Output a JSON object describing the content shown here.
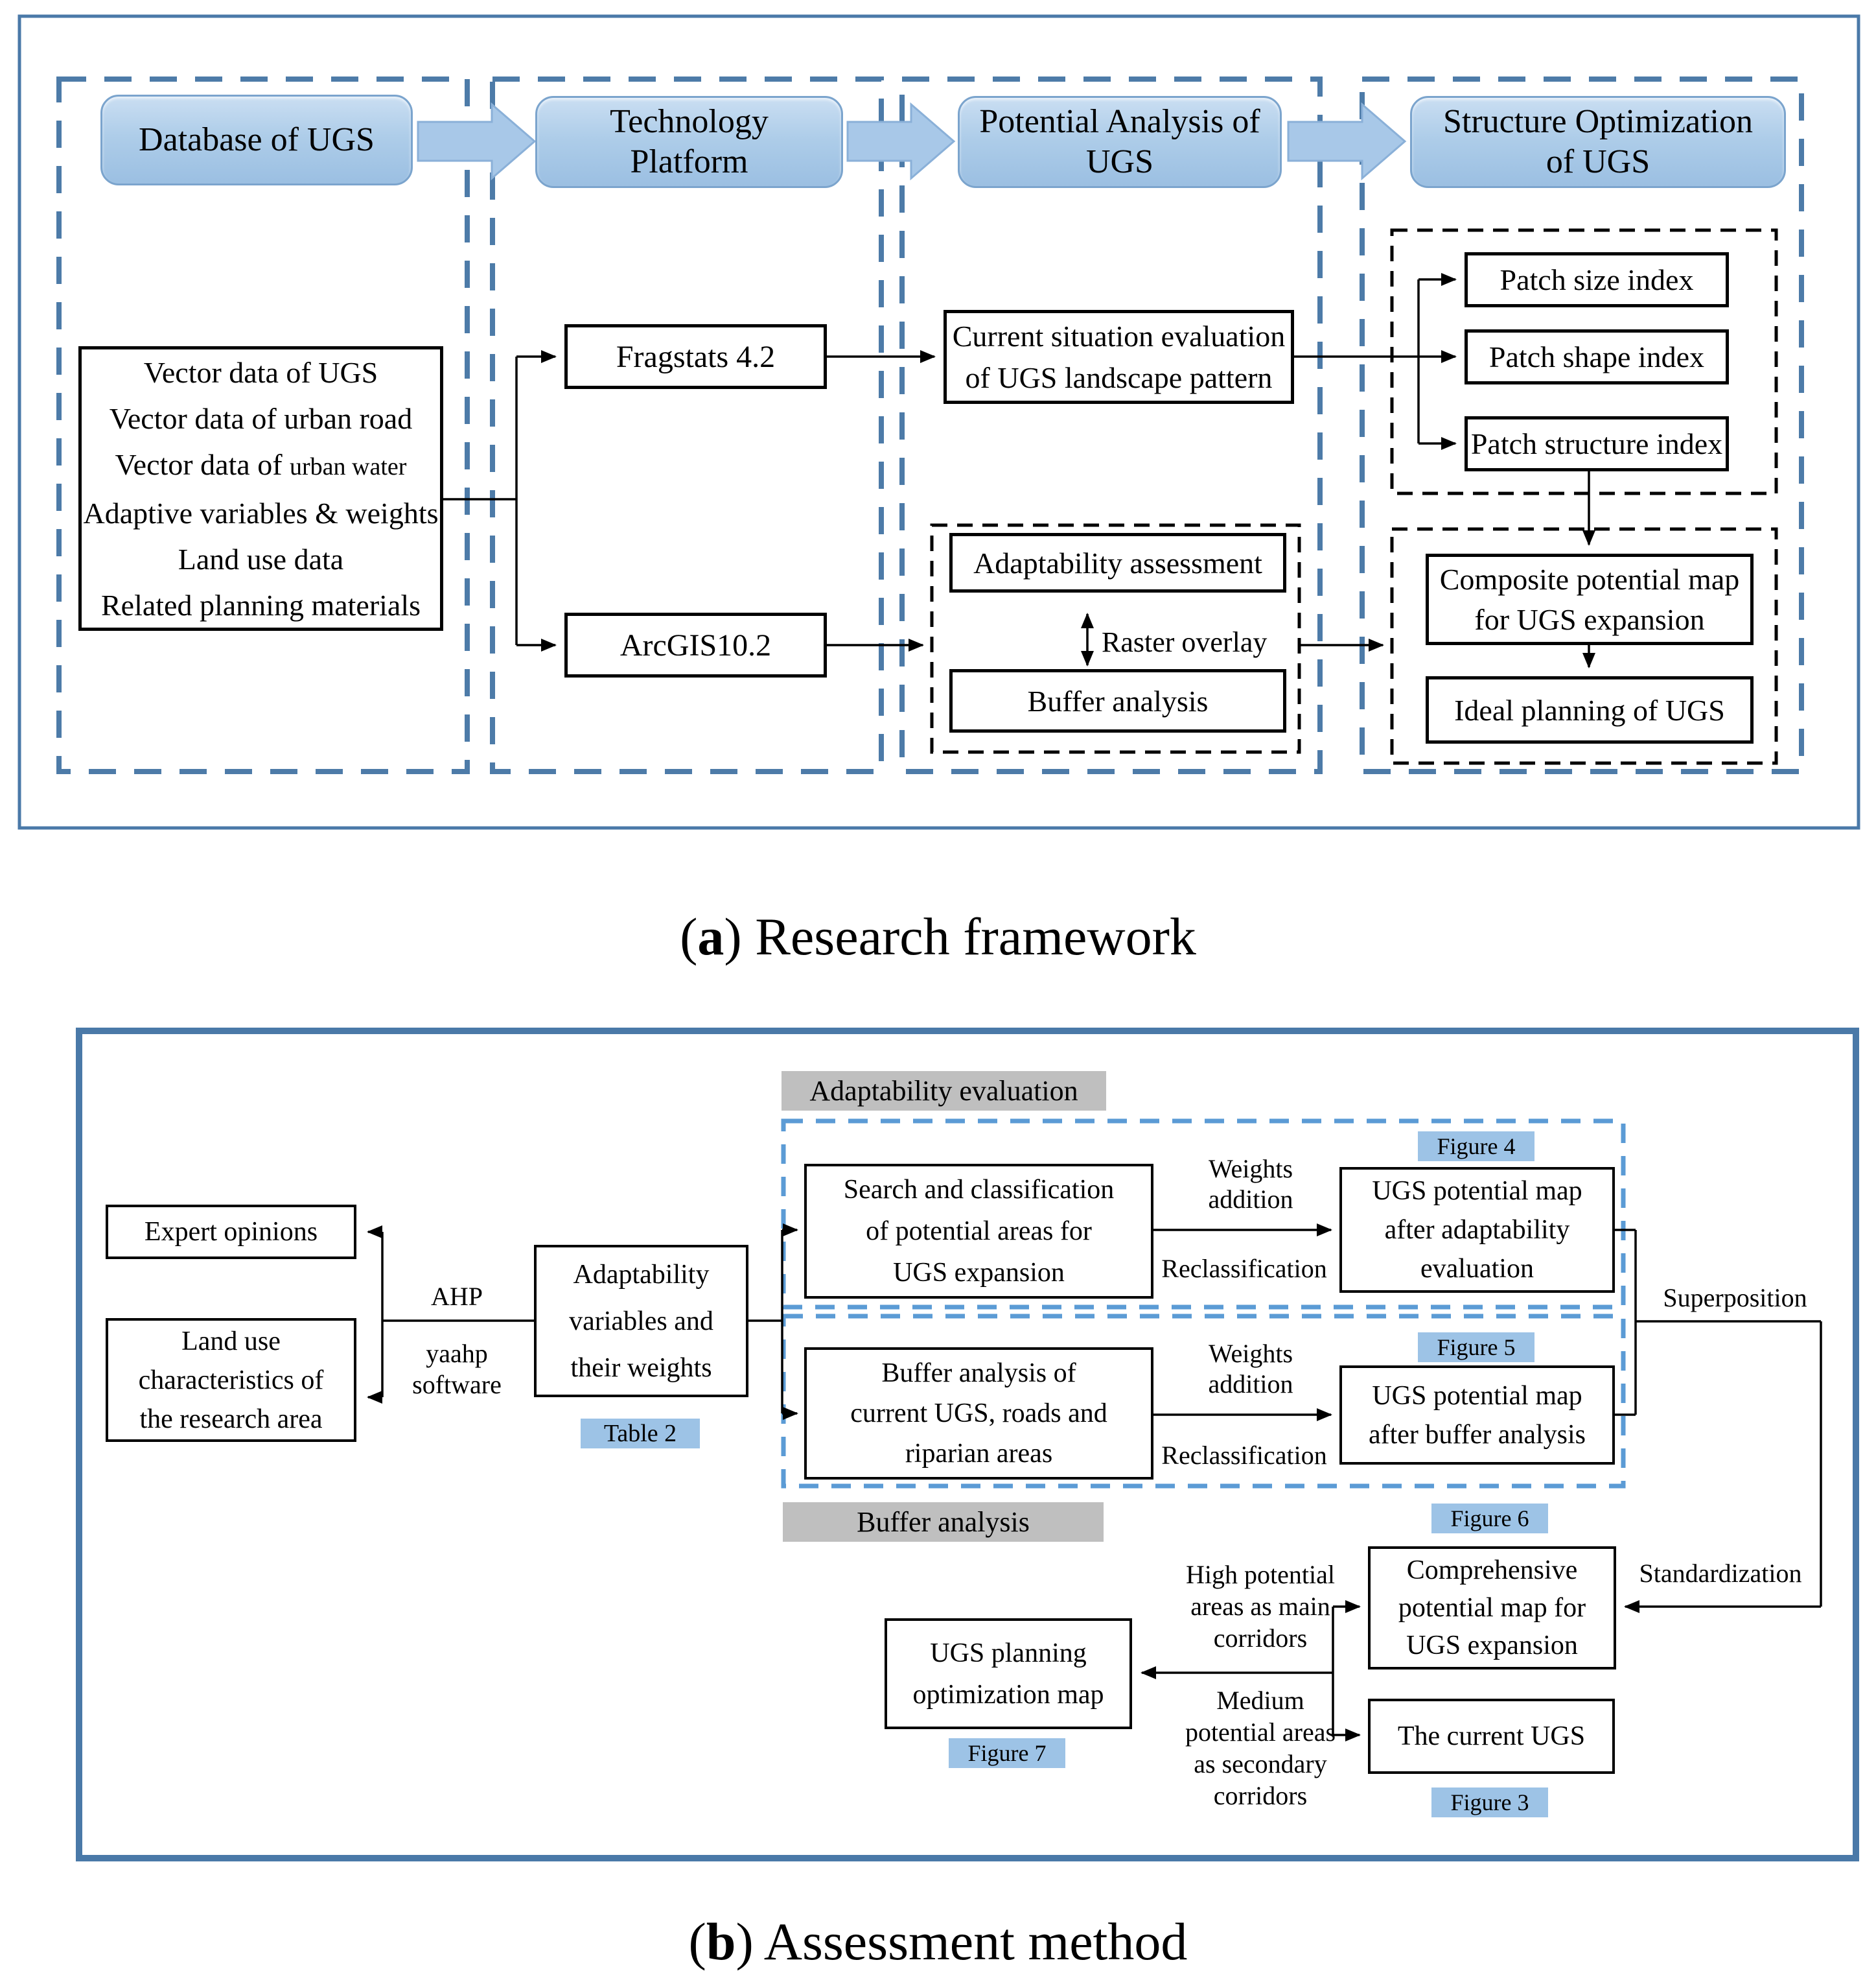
{
  "colors": {
    "frame_blue": "#4a79a8",
    "dashed_blue_a": "#4d7ba8",
    "dashed_blue_b": "#5b9bd5",
    "header_fill_top": "#cadef2",
    "header_fill_bottom": "#9bbfe2",
    "block_arrow_fill": "#a8c8e8",
    "figure_label_bg": "#9dc3e6",
    "gray_label_bg": "#bfbfbf"
  },
  "a": {
    "caption_pre": "(",
    "caption_letter": "a",
    "caption_post": ") Research framework",
    "col1_header": "Database of UGS",
    "col2_header": "Technology\nPlatform",
    "col3_header": "Potential Analysis of\nUGS",
    "col4_header": "Structure Optimization\nof UGS",
    "data1": "Vector data of UGS",
    "data2": "Vector data of urban road",
    "data3a": "Vector data of ",
    "data3b": "urban water",
    "data4": "Adaptive variables & weights",
    "data5": "Land use data",
    "data6": "Related planning materials",
    "fragstats": "Fragstats 4.2",
    "arcgis": "ArcGIS10.2",
    "current_situation": "Current situation evaluation\nof UGS landscape pattern",
    "adaptability_assessment": "Adaptability assessment",
    "raster_overlay": "Raster overlay",
    "buffer_analysis": "Buffer analysis",
    "patch_size": "Patch size index",
    "patch_shape": "Patch shape index",
    "patch_structure": "Patch structure index",
    "composite": "Composite potential map\nfor UGS expansion",
    "ideal": "Ideal planning of UGS"
  },
  "b": {
    "caption_pre": "(",
    "caption_letter": "b",
    "caption_post": ") Assessment method",
    "expert_opinions": "Expert opinions",
    "land_use": "Land use\ncharacteristics of\nthe research area",
    "ahp": "AHP",
    "yaahp": "yaahp\nsoftware",
    "adapt_vars": "Adaptability\nvariables and\ntheir weights",
    "table2": "Table 2",
    "adaptability_evaluation_label": "Adaptability evaluation",
    "buffer_analysis_label": "Buffer analysis",
    "search_box": "Search and classification\nof potential areas for\nUGS expansion",
    "buffer_box": "Buffer analysis of\ncurrent UGS, roads and\nriparian areas",
    "weights_addition": "Weights\naddition",
    "reclassification": "Reclassification",
    "fig3": "Figure 3",
    "fig4": "Figure 4",
    "fig5": "Figure 5",
    "fig6": "Figure 6",
    "fig7": "Figure 7",
    "ugs_map_adapt": "UGS potential map\nafter adaptability\nevaluation",
    "ugs_map_buffer": "UGS potential map\nafter buffer analysis",
    "superposition": "Superposition",
    "standardization": "Standardization",
    "comprehensive": "Comprehensive\npotential map for\nUGS expansion",
    "current_ugs": "The current UGS",
    "ugs_planning": "UGS planning\noptimization map",
    "high_potential": "High potential\nareas as main\ncorridors",
    "medium_potential": "Medium\npotential areas\nas secondary\ncorridors"
  }
}
